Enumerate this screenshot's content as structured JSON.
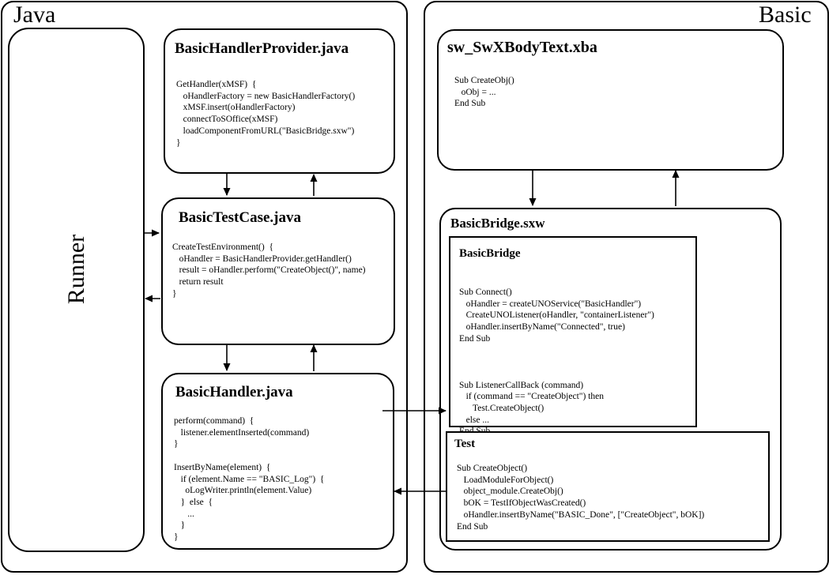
{
  "regions": {
    "java": {
      "label": "Java"
    },
    "basic": {
      "label": "Basic"
    }
  },
  "runner": {
    "label": "Runner"
  },
  "boxes": {
    "provider": {
      "title": "BasicHandlerProvider.java",
      "code": "GetHandler(xMSF)  {\n   oHandlerFactory = new BasicHandlerFactory()\n   xMSF.insert(oHandlerFactory)\n   connectToSOffice(xMSF)\n   loadComponentFromURL(\"BasicBridge.sxw\")\n}"
    },
    "testcase": {
      "title": "BasicTestCase.java",
      "code": "CreateTestEnvironment()  {\n   oHandler = BasicHandlerProvider.getHandler()\n   result = oHandler.perform(\"CreateObject()\", name)\n   return result\n}"
    },
    "handler": {
      "title": "BasicHandler.java",
      "code": "perform(command)  {\n   listener.elementInserted(command)\n}\n\nInsertByName(element)  {\n   if (element.Name == \"BASIC_Log\")  {\n     oLogWriter.println(element.Value)\n   }  else  {\n      ...\n   }\n}"
    },
    "sw": {
      "title": "sw_SwXBodyText.xba",
      "code": "Sub CreateObj()\n   oObj = ...\nEnd Sub"
    },
    "bridge_sxw": {
      "title": "BasicBridge.sxw"
    },
    "bridge_module": {
      "title": "BasicBridge",
      "code": "Sub Connect()\n   oHandler = createUNOService(\"BasicHandler\")\n   CreateUNOListener(oHandler, \"containerListener\")\n   oHandler.insertByName(\"Connected\", true)\nEnd Sub\n\n\n\nSub ListenerCallBack (command)\n   if (command == \"CreateObject\") then\n      Test.CreateObject()\n   else ...\nEnd Sub"
    },
    "test_module": {
      "title": "Test",
      "code": "Sub CreateObject()\n   LoadModuleForObject()\n   object_module.CreateObj()\n   bOK = TestIfObjectWasCreated()\n   oHandler.insertByName(\"BASIC_Done\", [\"CreateObject\", bOK])\nEnd Sub"
    }
  },
  "arrows": [
    {
      "from": "BasicHandlerProvider.java",
      "to": "BasicTestCase.java"
    },
    {
      "from": "BasicTestCase.java",
      "to": "BasicHandlerProvider.java"
    },
    {
      "from": "Runner",
      "to": "BasicTestCase.java"
    },
    {
      "from": "BasicTestCase.java",
      "to": "Runner"
    },
    {
      "from": "BasicTestCase.java",
      "to": "BasicHandler.java"
    },
    {
      "from": "BasicHandler.java",
      "to": "BasicTestCase.java"
    },
    {
      "from": "sw_SwXBodyText.xba",
      "to": "BasicBridge.sxw"
    },
    {
      "from": "BasicBridge.sxw",
      "to": "sw_SwXBodyText.xba"
    },
    {
      "from": "BasicHandler.java",
      "to": "BasicBridge"
    },
    {
      "from": "Test",
      "to": "BasicHandler.java"
    }
  ],
  "colors": {
    "line": "#000000",
    "background": "#ffffff",
    "text": "#000000"
  }
}
